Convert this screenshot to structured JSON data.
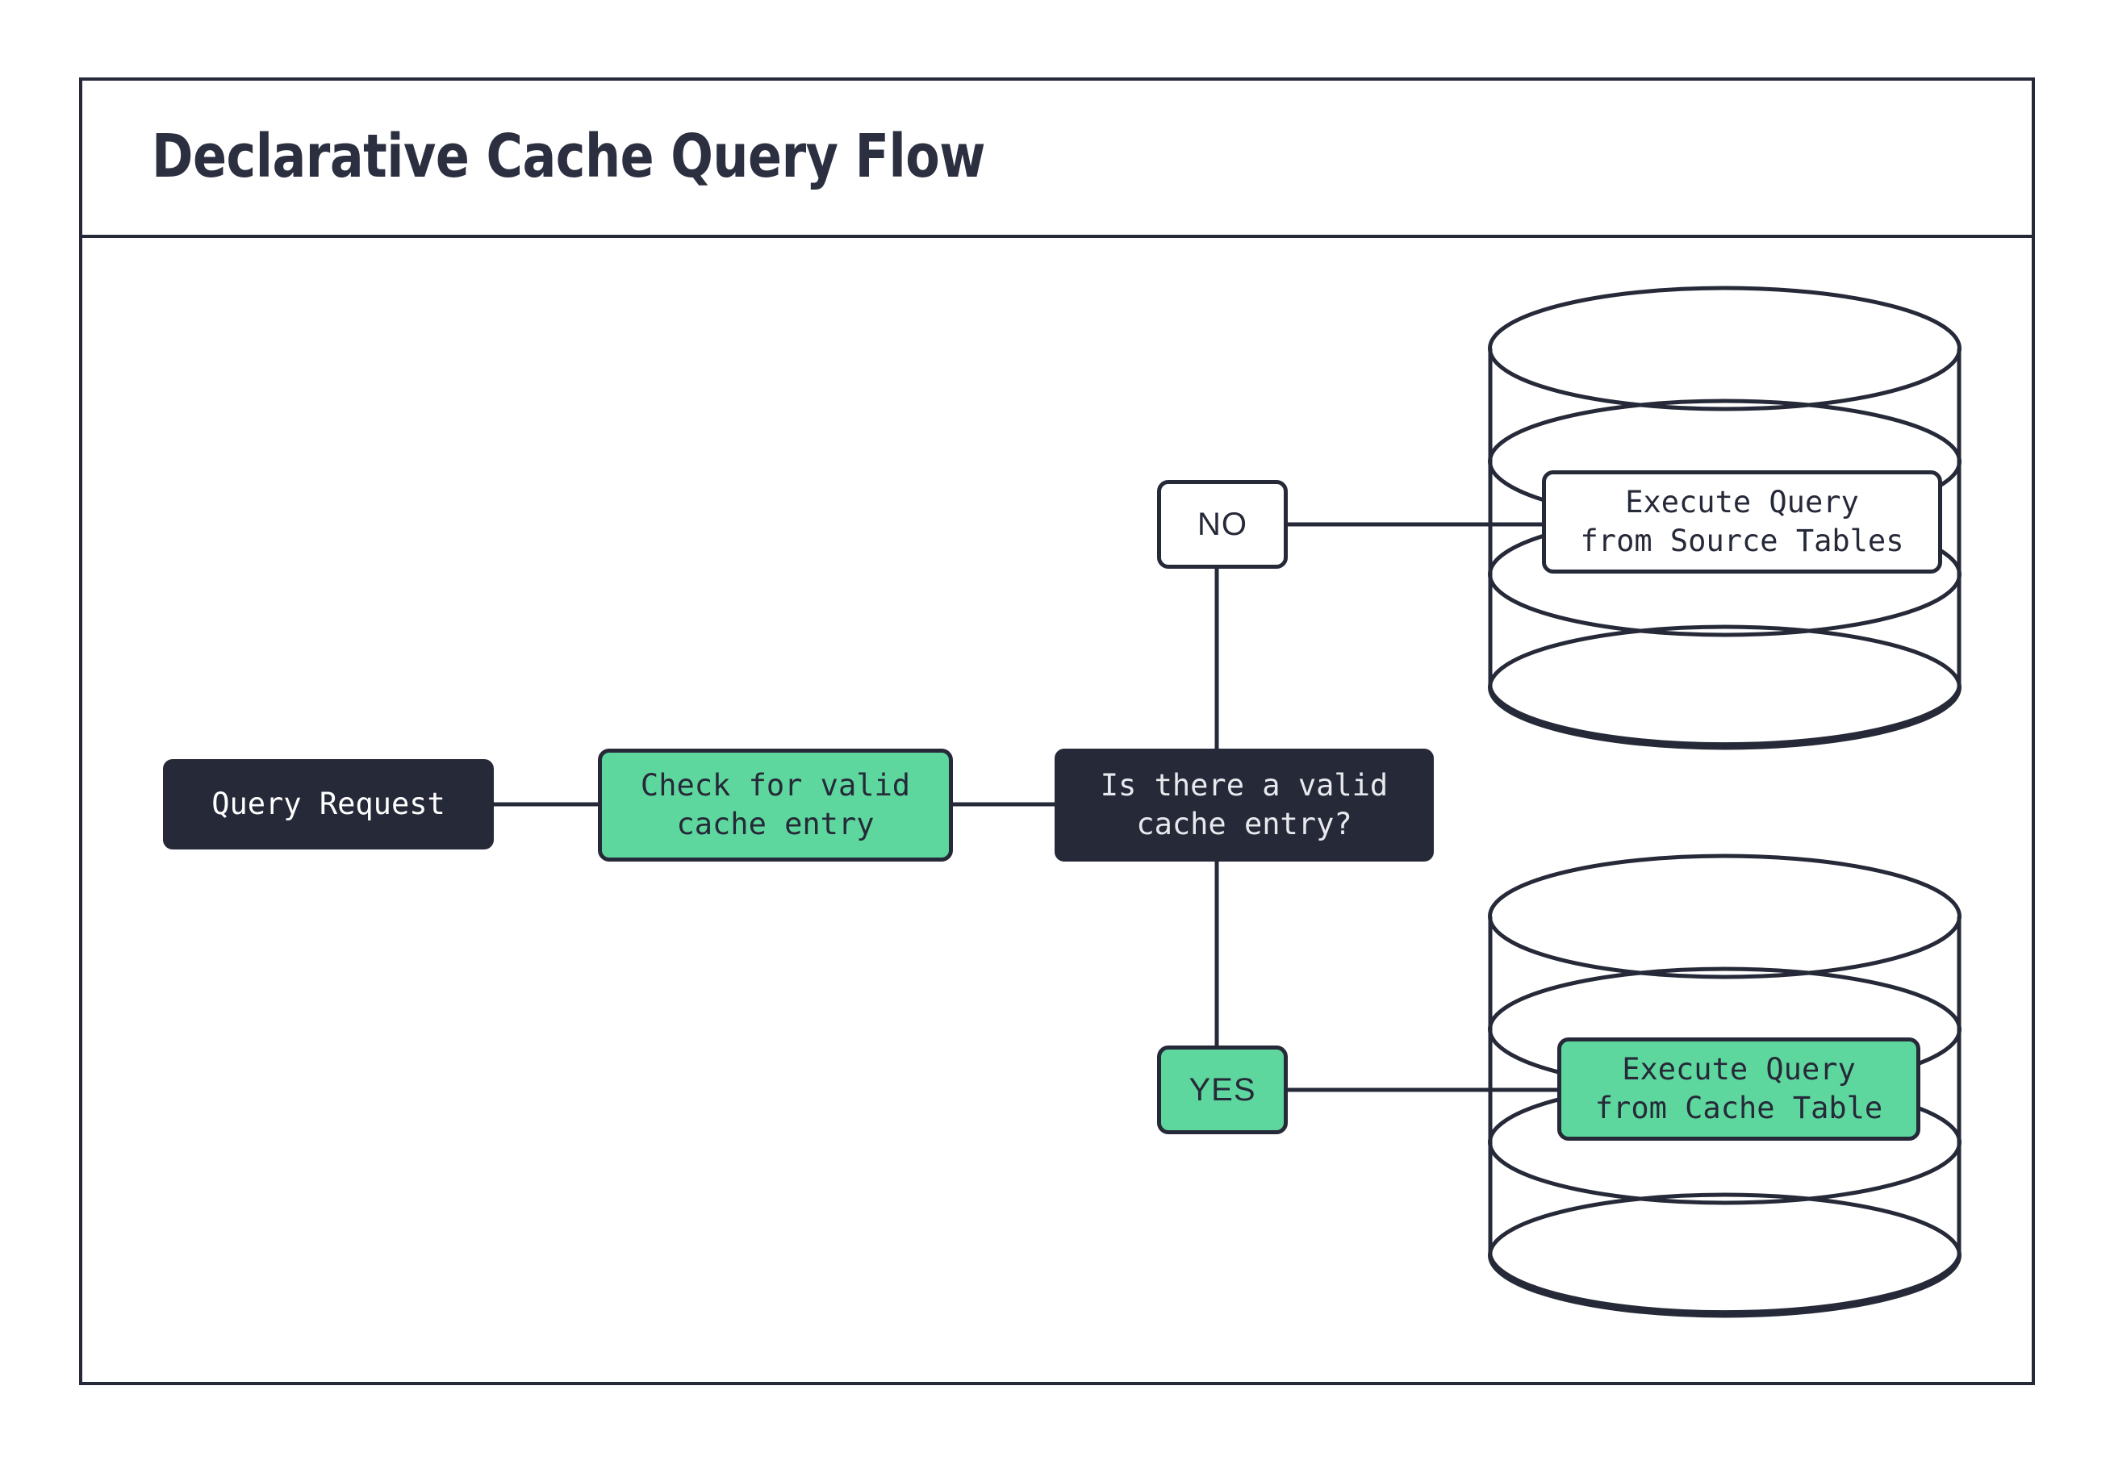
{
  "page": {
    "title": "Declarative Cache Query Flow",
    "background": "#ffffff"
  },
  "colors": {
    "ink": "#262938",
    "green": "#5ed79e",
    "white": "#ffffff",
    "decision_text": "#e8e9ee"
  },
  "diagram": {
    "type": "flowchart",
    "nodes": [
      {
        "id": "query-request",
        "label": "Query Request",
        "shape": "rounded-rect",
        "style": "dark-filled"
      },
      {
        "id": "check-cache",
        "label": "Check for valid\ncache entry",
        "shape": "rounded-rect",
        "style": "green-filled"
      },
      {
        "id": "decision",
        "label": "Is there a valid\ncache entry?",
        "shape": "rounded-rect",
        "style": "dark-filled"
      },
      {
        "id": "exec-source",
        "label": "Execute Query\nfrom Source Tables",
        "shape": "rounded-rect-on-database",
        "style": "white-filled"
      },
      {
        "id": "exec-cache",
        "label": "Execute Query\nfrom Cache Table",
        "shape": "rounded-rect-on-database",
        "style": "green-filled"
      }
    ],
    "branch_labels": [
      {
        "id": "no",
        "label": "NO",
        "style": "white-filled"
      },
      {
        "id": "yes",
        "label": "YES",
        "style": "green-filled"
      }
    ],
    "databases": [
      {
        "id": "source-tables-db",
        "icon": "database-cylinder-icon",
        "bands": 3
      },
      {
        "id": "cache-table-db",
        "icon": "database-cylinder-icon",
        "bands": 3
      }
    ],
    "edges": [
      {
        "from": "query-request",
        "to": "check-cache",
        "label": ""
      },
      {
        "from": "check-cache",
        "to": "decision",
        "label": ""
      },
      {
        "from": "decision",
        "to": "no",
        "label": ""
      },
      {
        "from": "no",
        "to": "exec-source",
        "label": ""
      },
      {
        "from": "decision",
        "to": "yes",
        "label": ""
      },
      {
        "from": "yes",
        "to": "exec-cache",
        "label": ""
      }
    ]
  }
}
